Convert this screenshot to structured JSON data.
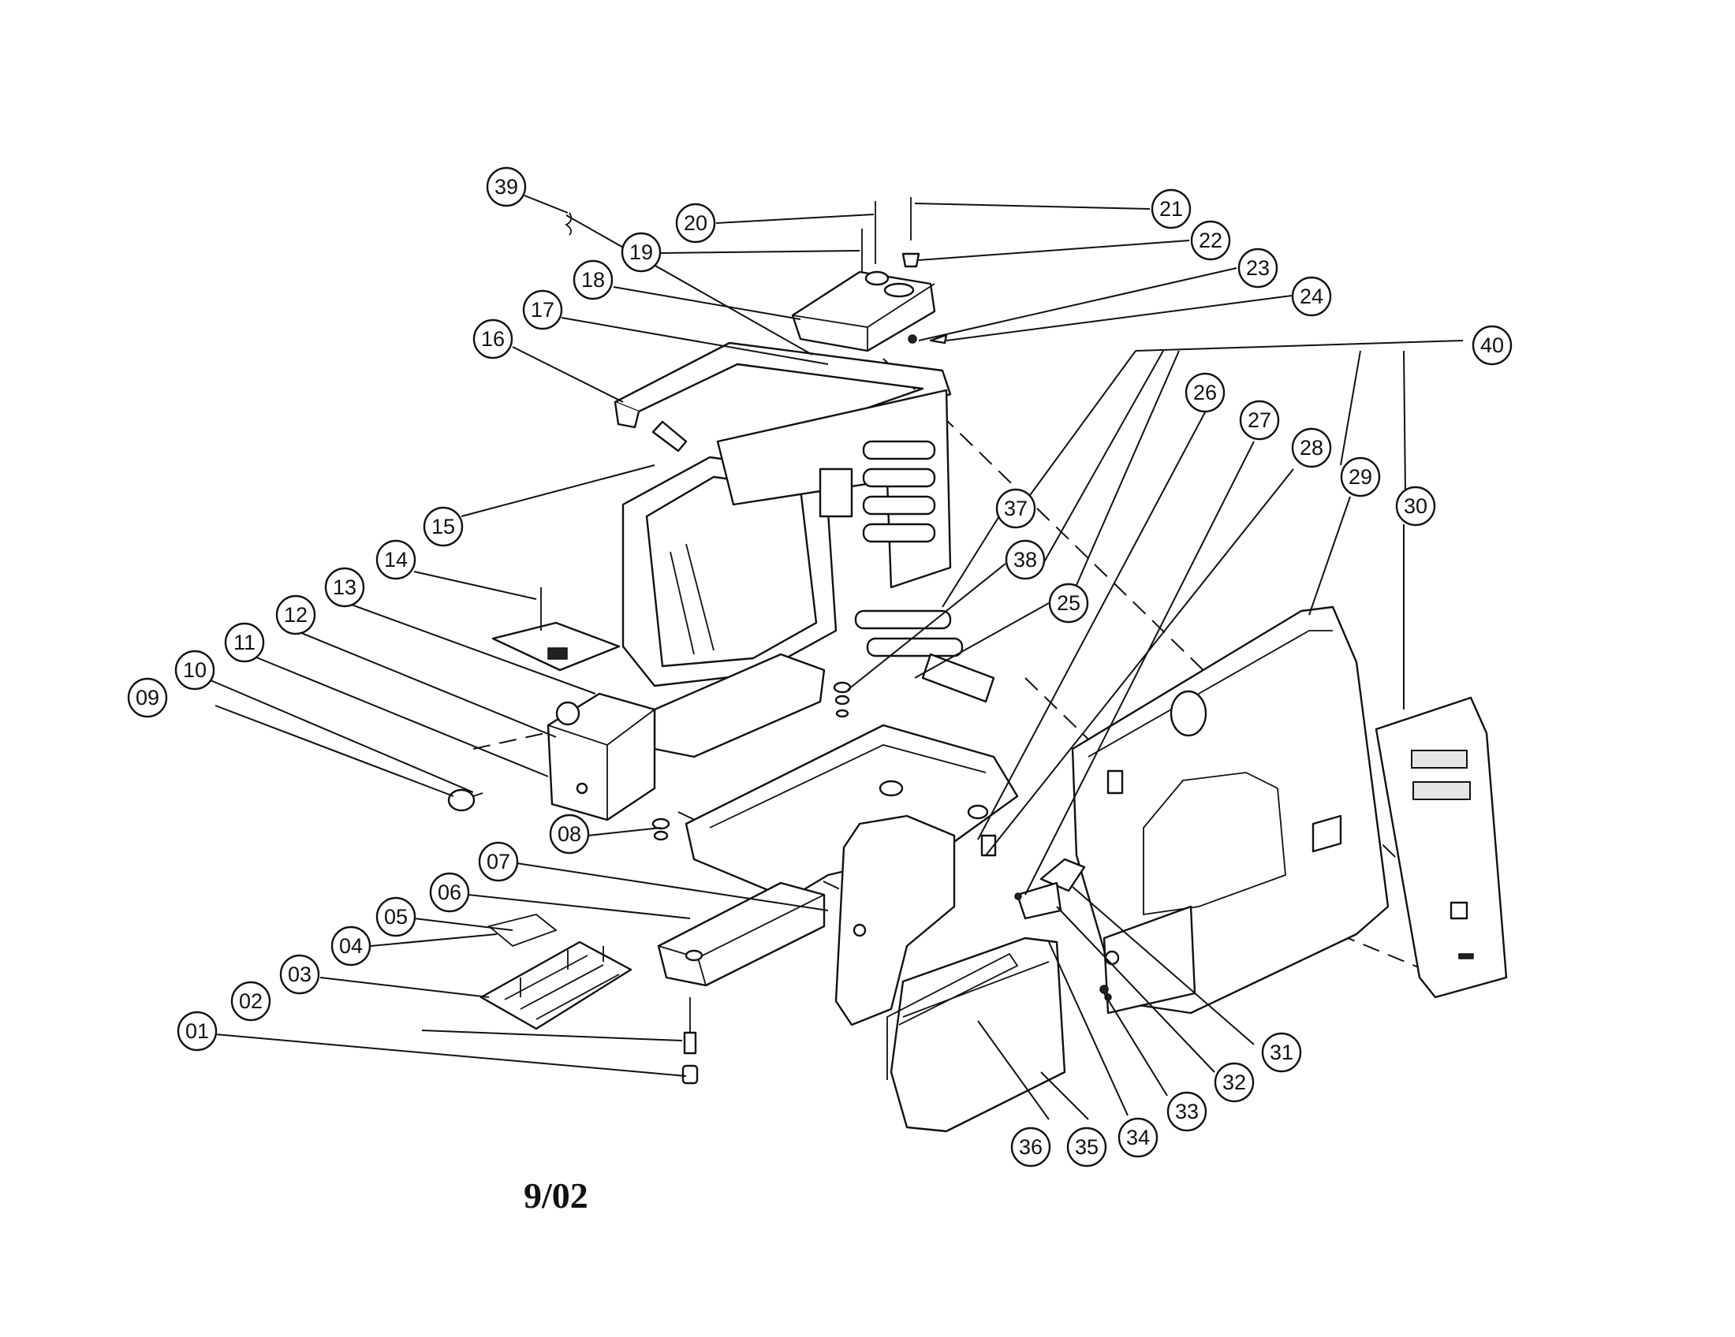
{
  "date_code": "9/02",
  "callouts": [
    "01",
    "02",
    "03",
    "04",
    "05",
    "06",
    "07",
    "08",
    "09",
    "10",
    "11",
    "12",
    "13",
    "14",
    "15",
    "16",
    "17",
    "18",
    "19",
    "20",
    "21",
    "22",
    "23",
    "24",
    "25",
    "26",
    "27",
    "28",
    "29",
    "30",
    "31",
    "32",
    "33",
    "34",
    "35",
    "36",
    "37",
    "38",
    "39",
    "40"
  ]
}
